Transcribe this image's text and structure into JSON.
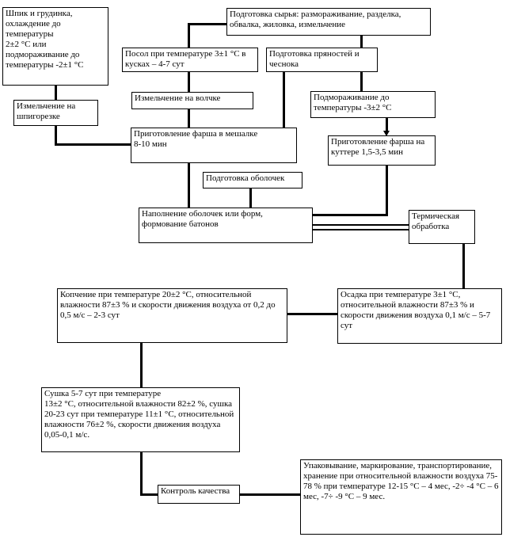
{
  "steps": {
    "fat_pork": "Шпик и грудинка, охлаждение до температуры\n2±2 °С или подмораживание до температуры -2±1 °С",
    "raw_prep": "Подготовка сырья: размораживание, разделка, обвалка, жиловка, измельчение",
    "salting": "Посол при температуре 3±1 °С в кусках – 4-7 сут",
    "spices": "Подготовка пряностей и чеснока",
    "grinder": "Измельчение на волчке",
    "freeze": "Подмораживание до температуры -3±2 °С",
    "chopper": "Измельчение на шпигорезке",
    "mixer": "Приготовление фарша в мешалке\n8-10 мин",
    "cutter": "Приготовление фарша на куттере 1,5-3,5 мин",
    "casings": "Подготовка оболочек",
    "filling": "Наполнение оболочек или форм, формование батонов",
    "thermal": "Термическая обработка",
    "smoking": "Копчение при температуре 20±2 °С, относительной влажности 87±3 % и скорости движения воздуха от 0,2 до 0,5 м/с – 2-3 сут",
    "settling": "Осадка при температуре 3±1 °С, относительной влажности 87±3 % и скорости движения воздуха 0,1 м/с – 5-7 сут",
    "drying": "Сушка 5-7 сут при температуре\n 13±2 °С, относительной влажности 82±2 %, сушка 20-23 сут при температуре 11±1 °С, относительной влажности 76±2 %, скорости движения воздуха 0,05-0,1 м/с.",
    "quality": "Контроль качества",
    "packaging": "Упаковывание, маркирование, транспортирование, хранение при относительной влажности воздуха 75-78 % при температуре 12-15 °С – 4 мес, -2÷ -4 °С – 6 мес, -7÷ -9 °С – 9 мес."
  }
}
